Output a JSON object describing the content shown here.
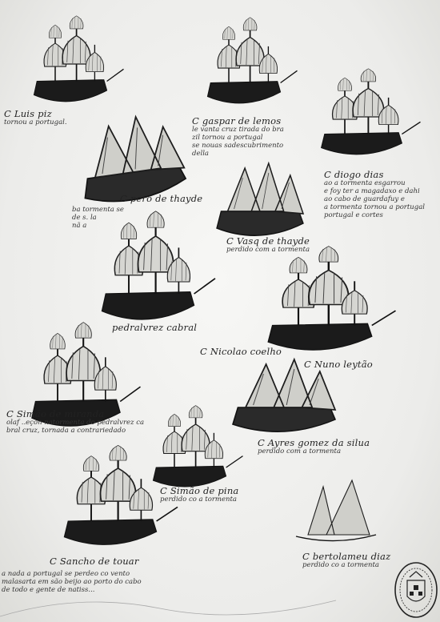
{
  "captions": [
    {
      "name": "C Luis piz",
      "lines": [
        "tornou a portugal."
      ]
    },
    {
      "name": "C gaspar de lemos",
      "lines": [
        "le vanta cruz tirada do bra",
        "zil tornou a portugal",
        "se nouas sadescubrimento",
        "della"
      ]
    },
    {
      "name": "C diogo dias",
      "lines": [
        "ao a tormenta esgarrou",
        "e foy ter a magadaxo e dahi",
        "ao cabo de guardafuy e",
        "a tormenta tornou a portugal",
        "portugal e cortes"
      ]
    },
    {
      "name": "C pero de thayde",
      "lines": [
        "ba tormenta se",
        "de s. la",
        "nã a"
      ]
    },
    {
      "name": "C Vasq de thayde",
      "lines": [
        "perdido com a tormenta"
      ]
    },
    {
      "name": "pedralvrez cabral",
      "lines": []
    },
    {
      "name": "C Nicolao coelho",
      "lines": []
    },
    {
      "name": "C Nuno leytão",
      "lines": []
    },
    {
      "name": "C Simão de miranda",
      "lines": [
        "olaf ..eçon natormenta do pedralvrez ca",
        "bral cruz, tornada a contrariedado"
      ]
    },
    {
      "name": "C Ayres gomez da silua",
      "lines": [
        "perdido com a tormenta"
      ]
    },
    {
      "name": "C Simão de pina",
      "lines": [
        "perdido co a tormenta"
      ]
    },
    {
      "name": "C Sancho de touar",
      "lines": [
        "a nada a portugal se perdeo co vento",
        "malasarta em são beijo ao porto do cabo",
        "de todo e gente de natiss..."
      ]
    },
    {
      "name": "C bertolameu diaz",
      "lines": [
        "perdido co a tormenta"
      ]
    }
  ]
}
